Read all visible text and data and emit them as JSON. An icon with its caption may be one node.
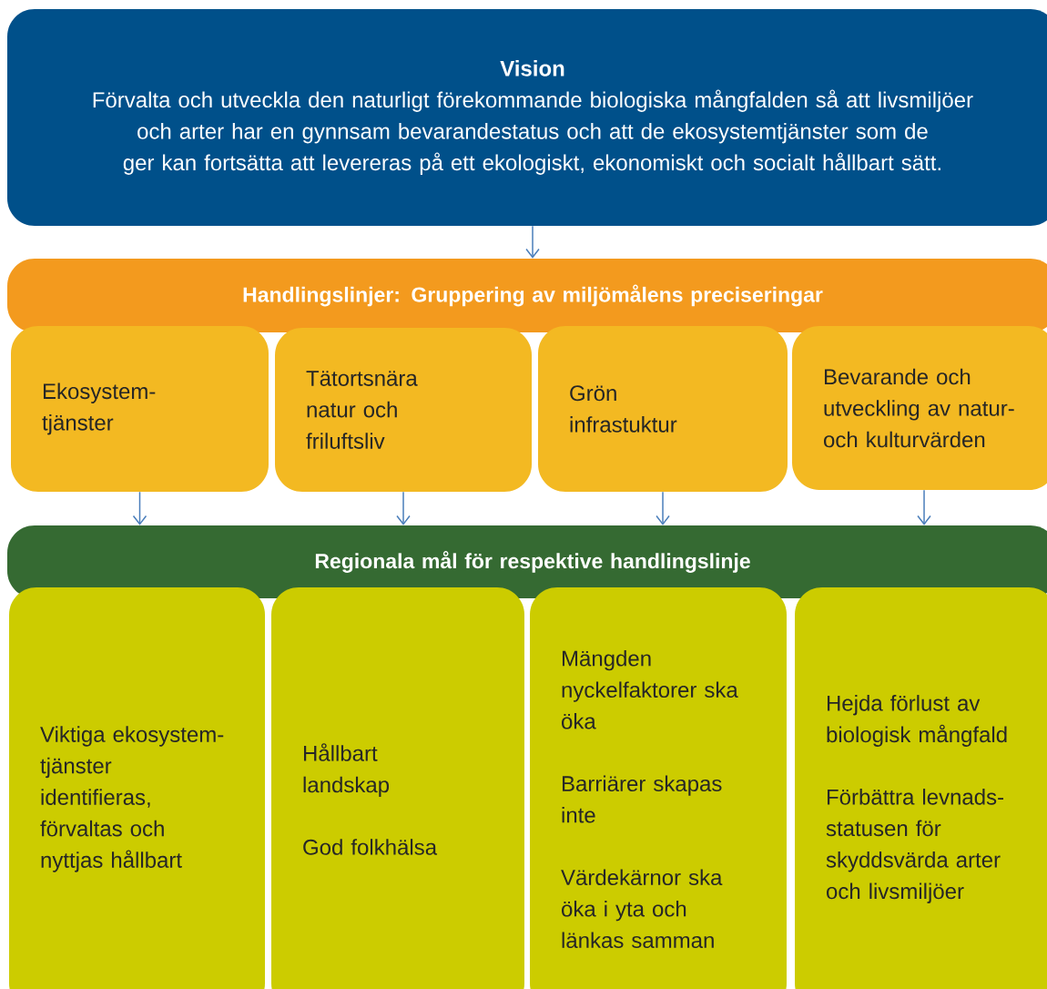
{
  "diagram": {
    "nodes": [
      {
        "text": [
          "Vision",
          "Förvalta och utveckla den naturligt förekommande biologiska mångfalden så att livsmiljöer och arter har en gynnsam bevarandestatus och att de ekosystemtjänster som de ger kan fortsätta att levereras på ett ekologiskt, ekonomiskt och socialt hållbart sätt."
        ]
      },
      {
        "text": [
          "Handlingslinjer: Gruppering av miljömålens preciseringar"
        ]
      },
      {
        "text": [
          "Ekosystem- tjänster"
        ]
      },
      {
        "text": [
          "Tätortsnära natur och friluftsliv"
        ]
      },
      {
        "text": [
          "Grön infrastuktur"
        ]
      },
      {
        "text": [
          "Bevarande och utveckling av natur- och kulturvärden"
        ]
      },
      {
        "text": [
          "Regionala mål för respektive handlingslinje"
        ]
      },
      {
        "text": [
          "Viktiga ekosystem- tjänster identifieras, förvaltas och nyttjas hållbart"
        ]
      },
      {
        "text": [
          "Hållbart landskap",
          "God folkhälsa"
        ]
      },
      {
        "text": [
          "Mängden nyckelfaktorer ska öka",
          "Barriärer skapas inte",
          "Värdekärnor ska öka i yta och länkas samman"
        ]
      },
      {
        "text": [
          "Hejda förlust av biologisk mångfald",
          "Förbättra levnads- statusen för skyddsvärda arter och livsmiljöer"
        ]
      }
    ],
    "edges": [
      {
        "from": 0,
        "to": 1,
        "arrow": "to"
      },
      {
        "from": 2,
        "to": 6,
        "arrow": "to"
      },
      {
        "from": 3,
        "to": 6,
        "arrow": "to"
      },
      {
        "from": 4,
        "to": 6,
        "arrow": "to"
      },
      {
        "from": 5,
        "to": 6,
        "arrow": "to"
      }
    ]
  }
}
